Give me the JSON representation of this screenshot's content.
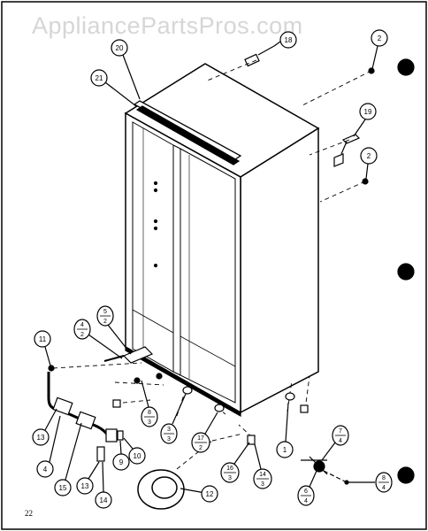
{
  "watermark": "AppliancePartsPros.com",
  "page_number": "22",
  "callouts": {
    "c18": "18",
    "c2a": "2",
    "c20": "20",
    "c21": "21",
    "c19": "19",
    "c2b": "2",
    "c11": "11",
    "c13a": "13",
    "c4": "4",
    "c15": "15",
    "c13b": "13",
    "c14": "14",
    "c9": "9",
    "c10": "10",
    "c12": "12",
    "c1": "1",
    "f5_2": {
      "n": "5",
      "d": "2"
    },
    "f4_2": {
      "n": "4",
      "d": "2"
    },
    "f8_3": {
      "n": "8",
      "d": "3"
    },
    "f3_3": {
      "n": "3",
      "d": "3"
    },
    "f17_2": {
      "n": "17",
      "d": "2"
    },
    "f16_3": {
      "n": "16",
      "d": "3"
    },
    "f14_3": {
      "n": "14",
      "d": "3"
    },
    "f7_4": {
      "n": "7",
      "d": "4"
    },
    "f6_4": {
      "n": "6",
      "d": "4"
    },
    "f8_4": {
      "n": "8",
      "d": "4"
    }
  },
  "colors": {
    "line": "#000000",
    "watermark": "#d6d6d6",
    "paper": "#ffffff"
  }
}
